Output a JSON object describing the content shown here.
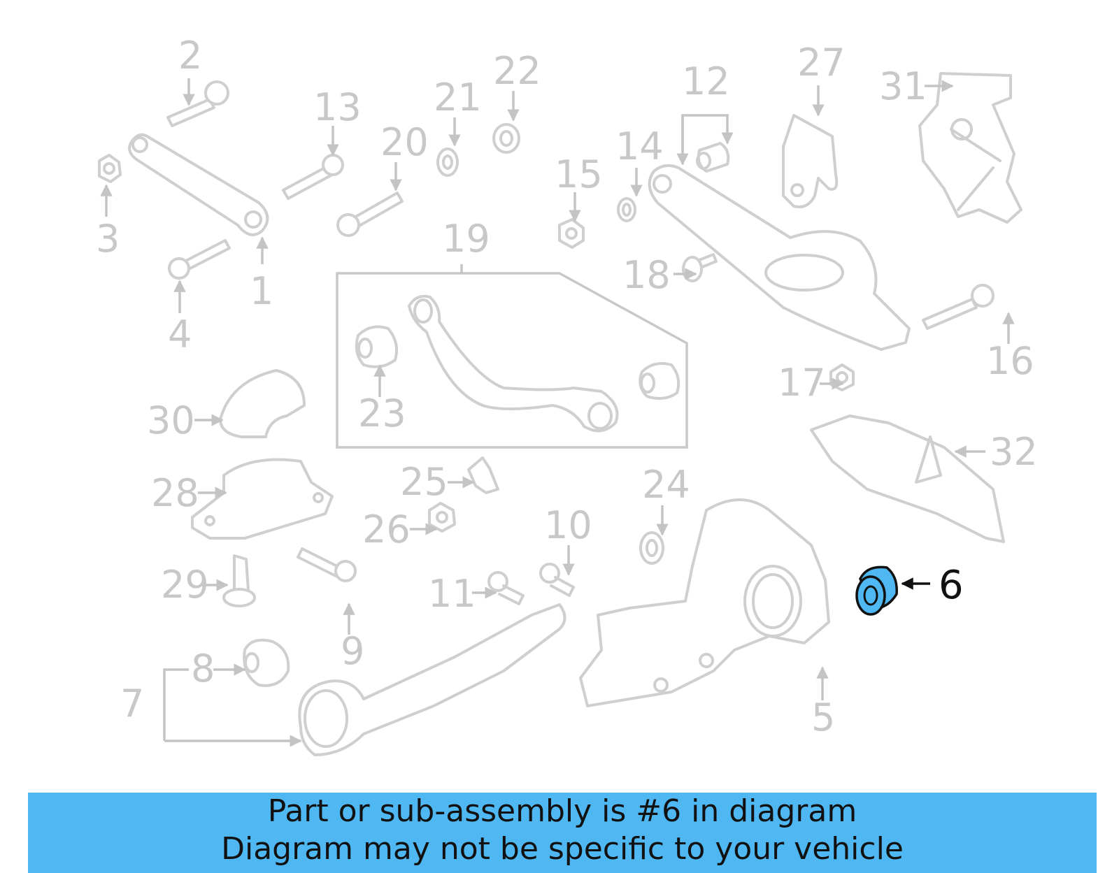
{
  "colors": {
    "highlight": "#4fb8f2",
    "banner": "#4fb8f2",
    "callout": "#c8c8c8",
    "part_outline": "#cfcfcf",
    "highlight_text": "#111111"
  },
  "callouts": {
    "n1": "1",
    "n2": "2",
    "n3": "3",
    "n4": "4",
    "n5": "5",
    "n6": "6",
    "n7": "7",
    "n8": "8",
    "n9": "9",
    "n10": "10",
    "n11": "11",
    "n12": "12",
    "n13": "13",
    "n14": "14",
    "n15": "15",
    "n16": "16",
    "n17": "17",
    "n18": "18",
    "n19": "19",
    "n20": "20",
    "n21": "21",
    "n22": "22",
    "n23": "23",
    "n24": "24",
    "n25": "25",
    "n26": "26",
    "n27": "27",
    "n28": "28",
    "n29": "29",
    "n30": "30",
    "n31": "31",
    "n32": "32"
  },
  "highlighted_part": "6",
  "banner": {
    "line1": "Part or sub-assembly is #6 in diagram",
    "line2": "Diagram may not be specific to your vehicle"
  }
}
